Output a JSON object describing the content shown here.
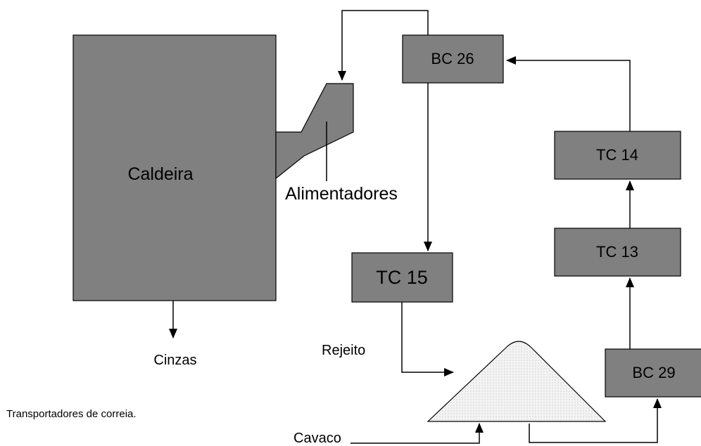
{
  "nodes": {
    "caldeira": "Caldeira",
    "bc26": "BC 26",
    "tc14": "TC 14",
    "tc13": "TC 13",
    "tc15": "TC 15",
    "bc29": "BC 29"
  },
  "labels": {
    "alimentadores": "Alimentadores",
    "cinzas": "Cinzas",
    "rejeito": "Rejeito",
    "cavaco": "Cavaco"
  },
  "caption": "Transportadores de correia.",
  "colors": {
    "box_fill": "#808080",
    "pile_fill": "#efefef",
    "line": "#000000"
  }
}
